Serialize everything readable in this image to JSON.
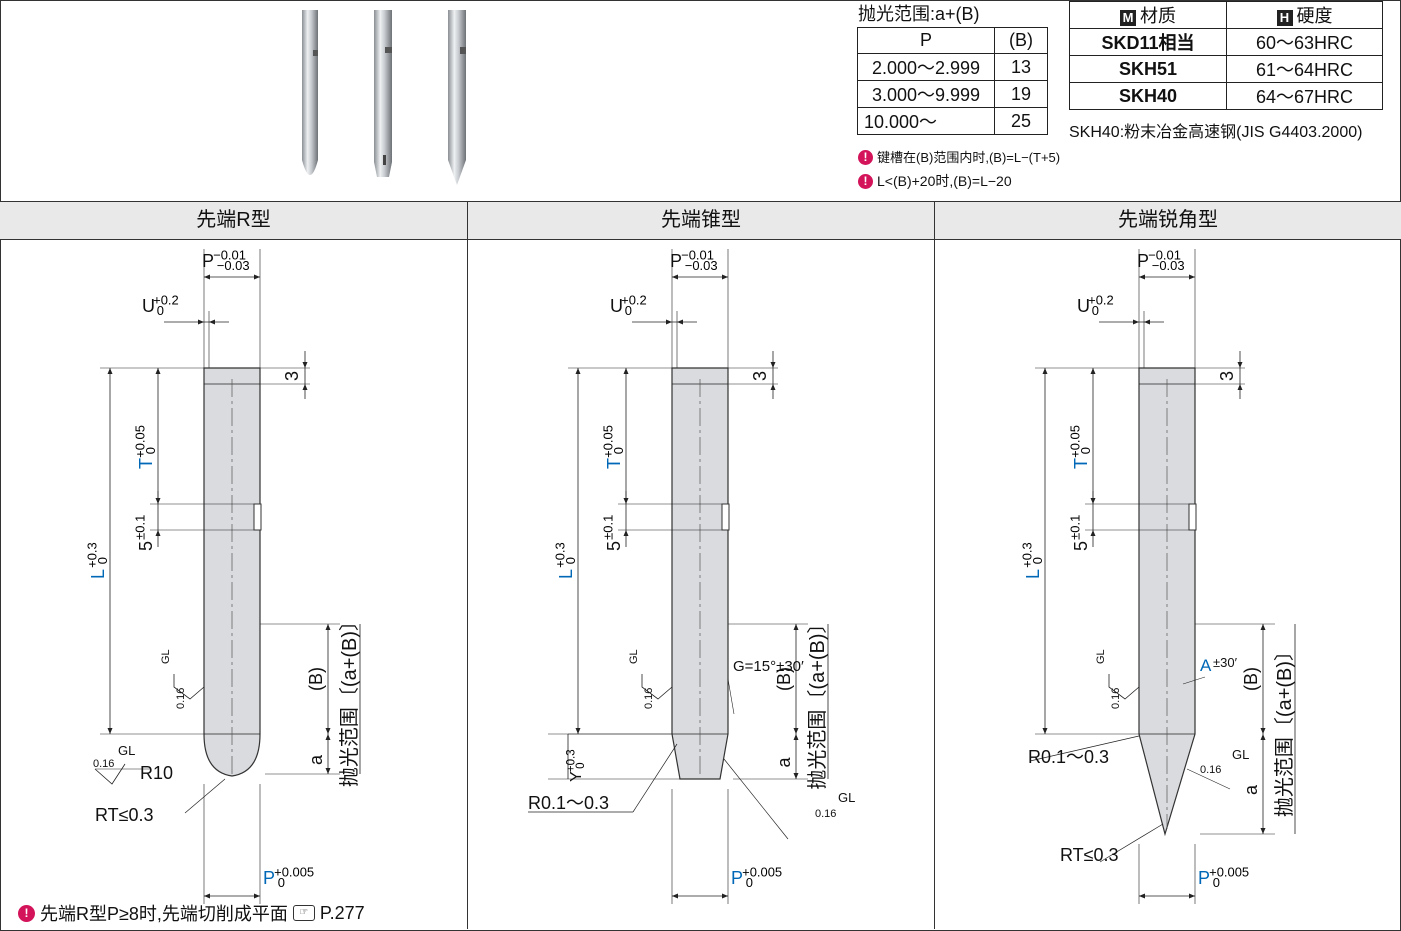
{
  "polish_range": {
    "title": "抛光范围:a+(B)",
    "headers": [
      "P",
      "(B)"
    ],
    "rows": [
      [
        "2.000～2.999",
        "13"
      ],
      [
        "3.000～9.999",
        "19"
      ],
      [
        "10.000～",
        "25"
      ]
    ],
    "notes": [
      "键槽在(B)范围内时,(B)=L−(T+5)",
      "L<(B)+20时,(B)=L−20"
    ]
  },
  "material_table": {
    "header_material_icon": "M",
    "header_material": "材质",
    "header_hardness_icon": "H",
    "header_hardness": "硬度",
    "rows": [
      [
        "SKD11相当",
        "60～63HRC"
      ],
      [
        "SKH51",
        "61～64HRC"
      ],
      [
        "SKH40",
        "64～67HRC"
      ]
    ],
    "footnote": "SKH40:粉末冶金高速钢(JIS G4403.2000)"
  },
  "panels": [
    {
      "title": "先端R型",
      "labels": {
        "p_top": "P",
        "p_top_upper": "−0.01",
        "p_top_lower": "−0.03",
        "u": "U",
        "u_upper": "+0.2",
        "u_lower": "0",
        "three": "3",
        "t": "T",
        "t_upper": "+0.05",
        "t_lower": "0",
        "five": "5",
        "five_tol": "±0.1",
        "l": "L",
        "l_upper": "+0.3",
        "l_lower": "0",
        "b": "(B)",
        "polish": "抛光范围〔(a+(B)〕",
        "a": "a",
        "gl": "GL",
        "rough": "0.16",
        "tip": "R10",
        "rt": "RT≤0.3",
        "p_bottom": "P",
        "p_bottom_upper": "+0.005",
        "p_bottom_lower": "0"
      }
    },
    {
      "title": "先端锥型",
      "labels": {
        "p_top": "P",
        "p_top_upper": "−0.01",
        "p_top_lower": "−0.03",
        "u": "U",
        "u_upper": "+0.2",
        "u_lower": "0",
        "three": "3",
        "t": "T",
        "t_upper": "+0.05",
        "t_lower": "0",
        "five": "5",
        "five_tol": "±0.1",
        "l": "L",
        "l_upper": "+0.3",
        "l_lower": "0",
        "b": "(B)",
        "polish": "抛光范围〔(a+(B)〕",
        "a": "a",
        "gl": "GL",
        "rough": "0.16",
        "g": "G=15°",
        "g_tol": "±30′",
        "y": "Y",
        "y_upper": "+0.3",
        "y_lower": "0",
        "r": "R0.1～0.3",
        "p_bottom": "P",
        "p_bottom_upper": "+0.005",
        "p_bottom_lower": "0"
      }
    },
    {
      "title": "先端锐角型",
      "labels": {
        "p_top": "P",
        "p_top_upper": "−0.01",
        "p_top_lower": "−0.03",
        "u": "U",
        "u_upper": "+0.2",
        "u_lower": "0",
        "three": "3",
        "t": "T",
        "t_upper": "+0.05",
        "t_lower": "0",
        "five": "5",
        "five_tol": "±0.1",
        "l": "L",
        "l_upper": "+0.3",
        "l_lower": "0",
        "b": "(B)",
        "polish": "抛光范围〔(a+(B)〕",
        "a": "a",
        "gl": "GL",
        "rough": "0.16",
        "angle": "A",
        "angle_tol": "±30′",
        "r": "R0.1～0.3",
        "rt": "RT≤0.3",
        "p_bottom": "P",
        "p_bottom_upper": "+0.005",
        "p_bottom_lower": "0"
      }
    }
  ],
  "bottom_note": {
    "text": "先端R型P≥8时,先端切削成平面",
    "ref": "P.277"
  },
  "colors": {
    "accent_blue": "#0068b7",
    "warning_pink": "#d4145a",
    "pin_fill": "#d9dbde",
    "header_gray": "#e9e9e9"
  }
}
